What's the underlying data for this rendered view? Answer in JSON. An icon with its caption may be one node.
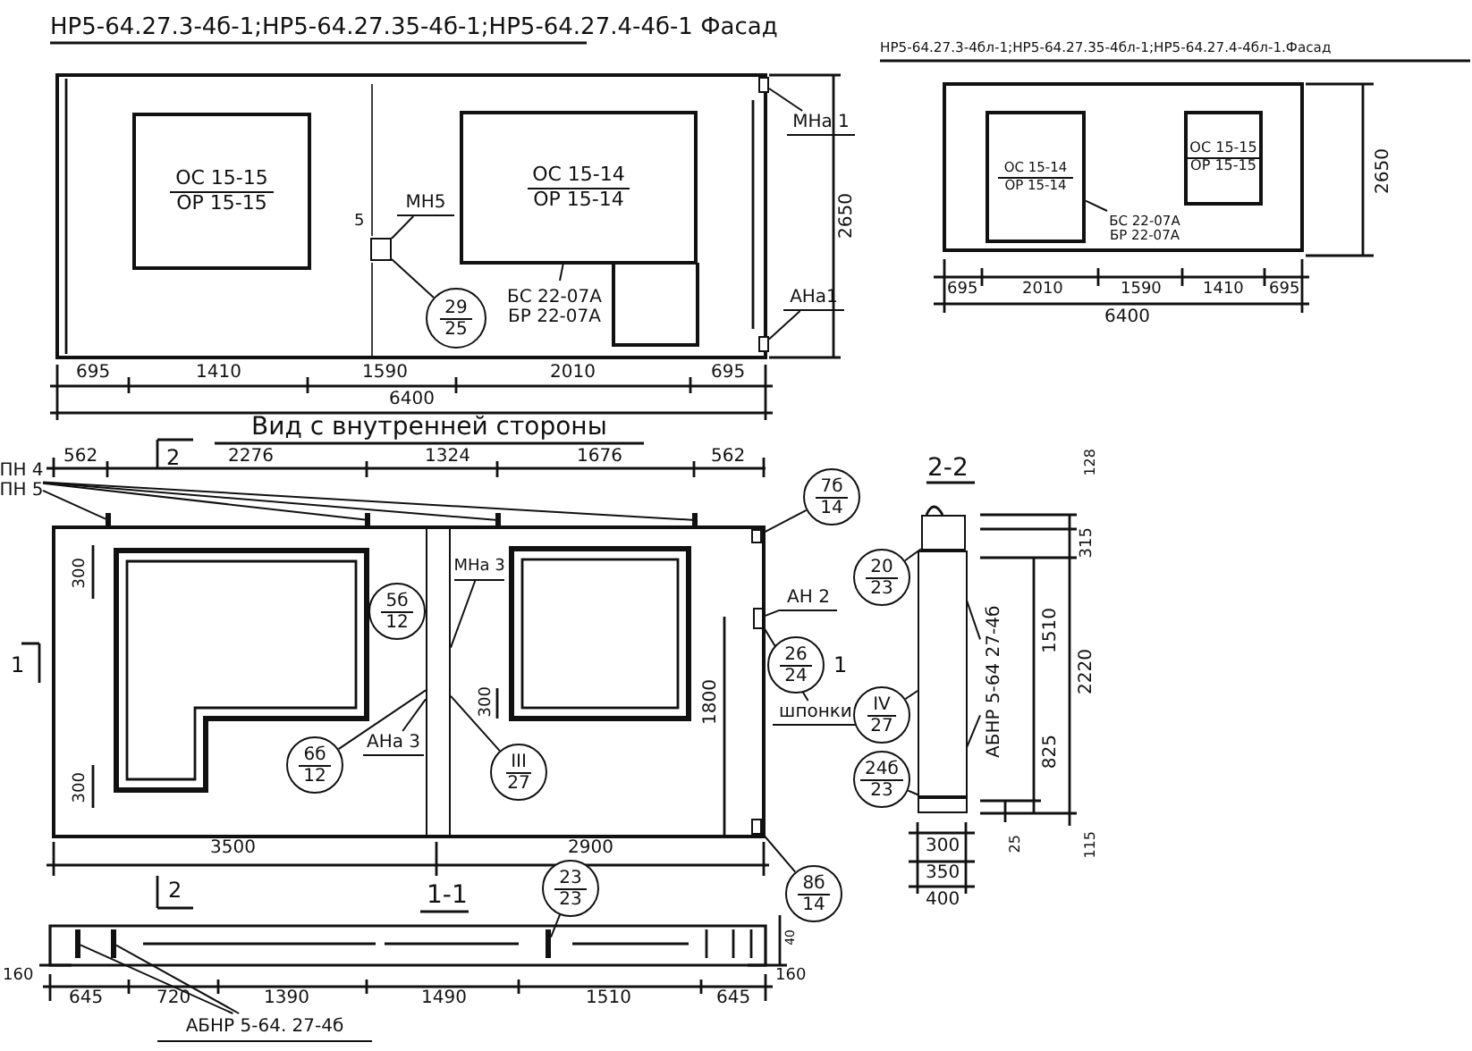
{
  "diagram": {
    "nodes": [
      {
        "text": [
          "МНа 1"
        ]
      },
      {
        "text": [
          "АНа1"
        ]
      },
      {
        "text": [
          "МН5"
        ]
      },
      {
        "text": [
          "29",
          "25"
        ]
      },
      {
        "text": [
          "БС 22-07А",
          "БР 22-07А"
        ]
      },
      {
        "text": [
          "БС 22-07А",
          "БР 22-07А"
        ]
      },
      {
        "text": [
          "ПН 4",
          "ПН 5"
        ]
      },
      {
        "text": [
          "7б",
          "14"
        ]
      },
      {
        "text": [
          "МНа 3"
        ]
      },
      {
        "text": [
          "5б",
          "12"
        ]
      },
      {
        "text": [
          "АНа 3"
        ]
      },
      {
        "text": [
          "6б",
          "12"
        ]
      },
      {
        "text": [
          "III",
          "27"
        ]
      },
      {
        "text": [
          "АН 2"
        ]
      },
      {
        "text": [
          "26",
          "24"
        ]
      },
      {
        "text": [
          "шпонки"
        ]
      },
      {
        "text": [
          "IV",
          "27"
        ]
      },
      {
        "text": [
          "20",
          "23"
        ]
      },
      {
        "text": [
          "24б",
          "23"
        ]
      },
      {
        "text": [
          "АБНР 5-64 27-4б"
        ]
      },
      {
        "text": [
          "8б",
          "14"
        ]
      },
      {
        "text": [
          "23",
          "23"
        ]
      },
      {
        "text": [
          "АБНР 5-64. 27-4б"
        ]
      },
      {
        "text": [
          "ОС 15-15",
          "ОР 15-15"
        ]
      },
      {
        "text": [
          "ОС 15-14",
          "ОР 15-14"
        ]
      },
      {
        "text": [
          "ОС 15-14",
          "ОР 15-14"
        ]
      },
      {
        "text": [
          "ОС 15-15",
          "ОР 15-15"
        ]
      },
      {
        "text": [],
        "shape": "box"
      },
      {
        "text": [],
        "shape": "box"
      },
      {
        "text": [],
        "shape": "box"
      },
      {
        "text": [],
        "shape": "bar"
      },
      {
        "text": [],
        "shape": "bar"
      },
      {
        "text": [],
        "shape": "bar"
      },
      {
        "text": [],
        "shape": "bar"
      },
      {
        "text": [],
        "shape": "box"
      },
      {
        "text": [],
        "shape": "box"
      },
      {
        "text": [],
        "shape": "box"
      },
      {
        "text": [],
        "shape": "box"
      },
      {
        "text": [],
        "shape": "box"
      },
      {
        "text": [],
        "shape": "box"
      },
      {
        "text": [],
        "shape": "box"
      },
      {
        "text": [],
        "shape": "bar"
      },
      {
        "text": [],
        "shape": "bar"
      },
      {
        "text": [],
        "shape": "bar"
      }
    ],
    "edges": [
      {
        "from": 0,
        "to": 27,
        "arrow": "none"
      },
      {
        "from": 1,
        "to": 28,
        "arrow": "none"
      },
      {
        "from": 2,
        "to": 29,
        "arrow": "none"
      },
      {
        "from": 3,
        "to": 29,
        "arrow": "none"
      },
      {
        "from": 4,
        "to": 24,
        "arrow": "none"
      },
      {
        "from": 5,
        "to": 25,
        "arrow": "none"
      },
      {
        "from": 6,
        "to": 30,
        "arrow": "none"
      },
      {
        "from": 6,
        "to": 31,
        "arrow": "none"
      },
      {
        "from": 6,
        "to": 32,
        "arrow": "none"
      },
      {
        "from": 6,
        "to": 33,
        "arrow": "none"
      },
      {
        "from": 7,
        "to": 35,
        "arrow": "none"
      },
      {
        "from": 8,
        "to": 34,
        "arrow": "none"
      },
      {
        "from": 10,
        "to": 34,
        "arrow": "none"
      },
      {
        "from": 11,
        "to": 34,
        "arrow": "none"
      },
      {
        "from": 12,
        "to": 34,
        "arrow": "none"
      },
      {
        "from": 13,
        "to": 36,
        "arrow": "none"
      },
      {
        "from": 15,
        "to": 36,
        "arrow": "none"
      },
      {
        "from": 16,
        "to": 39,
        "arrow": "none"
      },
      {
        "from": 17,
        "to": 38,
        "arrow": "none"
      },
      {
        "from": 18,
        "to": 40,
        "arrow": "none"
      },
      {
        "from": 19,
        "to": 38,
        "arrow": "none"
      },
      {
        "from": 19,
        "to": 40,
        "arrow": "none"
      },
      {
        "from": 20,
        "to": 37,
        "arrow": "none"
      },
      {
        "from": 21,
        "to": 43,
        "arrow": "none"
      },
      {
        "from": 22,
        "to": 41,
        "arrow": "none"
      },
      {
        "from": 22,
        "to": 42,
        "arrow": "none"
      }
    ],
    "labels": [
      "НР5-64.27.3-4б-1;НР5-64.27.35-4б-1;НР5-64.27.4-4б-1 Фасад",
      "НР5-64.27.3-4бл-1;НР5-64.27.35-4бл-1;НР5-64.27.4-4бл-1.Фасад",
      "5",
      "2650",
      "695",
      "1410",
      "1590",
      "2010",
      "695",
      "6400",
      "2650",
      "695",
      "2010",
      "1590",
      "1410",
      "695",
      "6400",
      "Вид с внутренней стороны",
      "562",
      "2",
      "2276",
      "1324",
      "1676",
      "562",
      "2-2",
      "128",
      "300",
      "315",
      "1",
      "1510",
      "2220",
      "300",
      "1800",
      "825",
      "300",
      "1",
      "25",
      "115",
      "3500",
      "2900",
      "300",
      "350",
      "400",
      "2",
      "1-1",
      "40",
      "160",
      "160",
      "645",
      "720",
      "1390",
      "1490",
      "1510",
      "645"
    ]
  }
}
